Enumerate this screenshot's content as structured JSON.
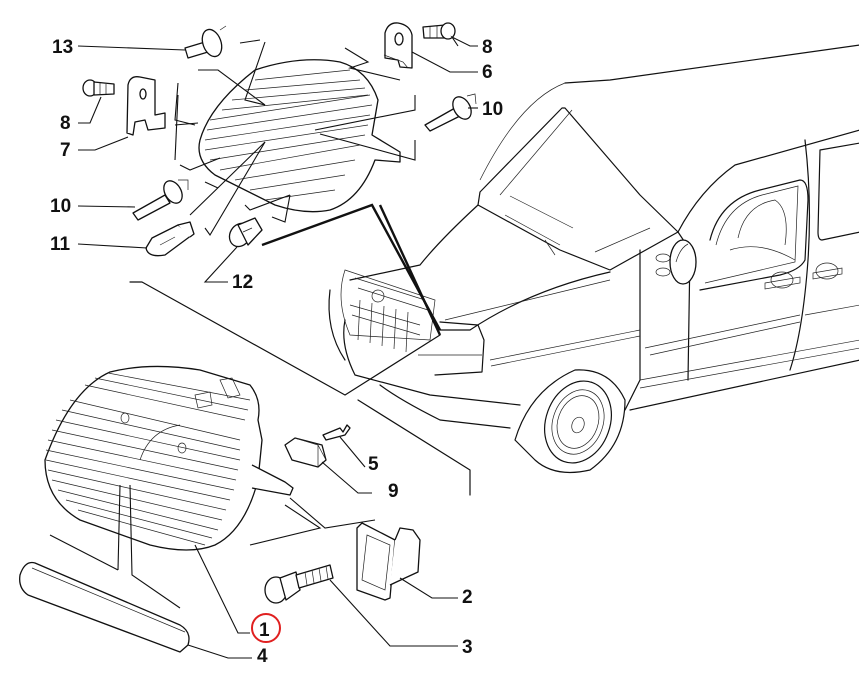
{
  "diagram": {
    "title": "Headlamp assembly exploded view",
    "highlight_color": "#e02020",
    "line_color": "#111111",
    "highlighted_callout": "1",
    "callouts": [
      {
        "id": "c1",
        "label": "1",
        "part": "headlamp-assembly",
        "highlighted": true
      },
      {
        "id": "c2",
        "label": "2",
        "part": "bracket-clip"
      },
      {
        "id": "c3",
        "label": "3",
        "part": "adjusting-screw"
      },
      {
        "id": "c4",
        "label": "4",
        "part": "trim-strip"
      },
      {
        "id": "c5",
        "label": "5",
        "part": "terminal"
      },
      {
        "id": "c6",
        "label": "6",
        "part": "bracket-right"
      },
      {
        "id": "c7",
        "label": "7",
        "part": "bracket-left"
      },
      {
        "id": "c8a",
        "label": "8",
        "part": "screw-right"
      },
      {
        "id": "c8b",
        "label": "8",
        "part": "screw-left"
      },
      {
        "id": "c9",
        "label": "9",
        "part": "connector"
      },
      {
        "id": "c10a",
        "label": "10",
        "part": "bulb-h1-right"
      },
      {
        "id": "c10b",
        "label": "10",
        "part": "bulb-h1-left"
      },
      {
        "id": "c11",
        "label": "11",
        "part": "bulb-w5w"
      },
      {
        "id": "c12",
        "label": "12",
        "part": "bulb-small"
      },
      {
        "id": "c13",
        "label": "13",
        "part": "bulb-h7"
      }
    ]
  }
}
